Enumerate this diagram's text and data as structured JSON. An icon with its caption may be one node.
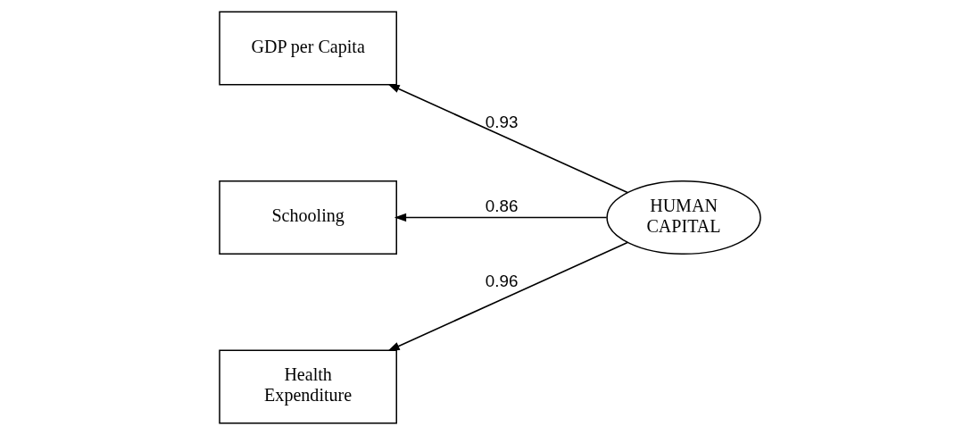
{
  "diagram": {
    "nodes": [
      {
        "text": [
          "GDP per Capita"
        ]
      },
      {
        "text": [
          "Schooling"
        ]
      },
      {
        "text": [
          "Health Expenditure"
        ]
      },
      {
        "text": [
          "HUMAN CAPITAL"
        ]
      }
    ],
    "edges": [
      {
        "from": 3,
        "to": 0,
        "arrow": "to",
        "label": "0.93"
      },
      {
        "from": 3,
        "to": 1,
        "arrow": "to",
        "label": "0.86"
      },
      {
        "from": 3,
        "to": 2,
        "arrow": "to",
        "label": "0.96"
      }
    ]
  }
}
